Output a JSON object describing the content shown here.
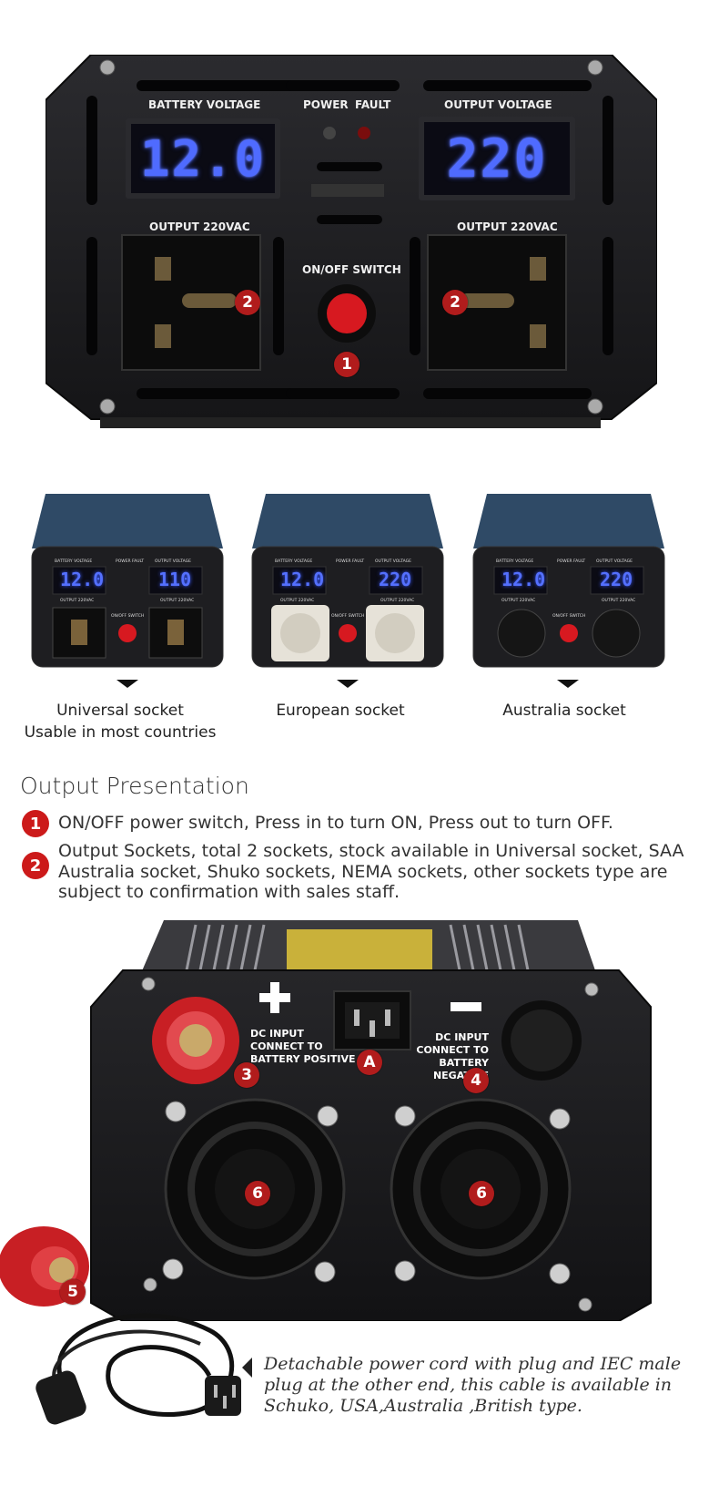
{
  "front_panel": {
    "battery_voltage_label": "BATTERY VOLTAGE",
    "battery_voltage_display": "12.0",
    "power_label": "POWER",
    "fault_label": "FAULT",
    "output_voltage_label": "OUTPUT VOLTAGE",
    "output_voltage_display": "220",
    "left_socket_label": "OUTPUT 220VAC",
    "right_socket_label": "OUTPUT 220VAC",
    "switch_label": "ON/OFF SWITCH",
    "badge_switch": "1",
    "badge_socket_left": "2",
    "badge_socket_right": "2"
  },
  "variants": [
    {
      "battery_label": "BATTERY VOLTAGE",
      "battery_display": "12.0",
      "power_label": "POWER",
      "fault_label": "FAULT",
      "output_label": "OUTPUT VOLTAGE",
      "output_display": "110",
      "left_socket_label": "OUTPUT 220VAC",
      "right_socket_label": "OUTPUT 220VAC",
      "switch_label": "ON/OFF SWITCH",
      "caption_line1": "Universal socket",
      "caption_line2": "Usable in most countries"
    },
    {
      "battery_label": "BATTERY VOLTAGE",
      "battery_display": "12.0",
      "power_label": "POWER",
      "fault_label": "FAULT",
      "output_label": "OUTPUT VOLTAGE",
      "output_display": "220",
      "left_socket_label": "OUTPUT 220VAC",
      "right_socket_label": "OUTPUT 220VAC",
      "switch_label": "ON/OFF SWITCH",
      "caption_line1": "European socket",
      "caption_line2": ""
    },
    {
      "battery_label": "BATTERY VOLTAGE",
      "battery_display": "12.0",
      "power_label": "POWER",
      "fault_label": "FAULT",
      "output_label": "OUTPUT VOLTAGE",
      "output_display": "220",
      "left_socket_label": "OUTPUT 220VAC",
      "right_socket_label": "OUTPUT 220VAC",
      "switch_label": "ON/OFF SWITCH",
      "caption_line1": "Australia socket",
      "caption_line2": ""
    }
  ],
  "presentation": {
    "title": "Output Presentation",
    "notes": [
      {
        "number": "1",
        "text": "ON/OFF power switch, Press in to turn ON, Press out to turn OFF."
      },
      {
        "number": "2",
        "text": "Output Sockets, total 2 sockets, stock available in Universal socket, SAA Australia socket, Shuko sockets, NEMA sockets, other sockets type are subject to confirmation with sales staff."
      }
    ]
  },
  "rear_panel": {
    "plus_symbol": "+",
    "dc_positive_label": "DC INPUT\nCONNECT TO\nBATTERY POSITIVE",
    "dc_negative_label": "DC INPUT\nCONNECT TO\nBATTERY NEGATIVE",
    "badge_iec": "A",
    "badge_positive": "3",
    "badge_negative": "4",
    "badge_fan_left": "6",
    "badge_fan_right": "6",
    "badge_cap": "5"
  },
  "cord": {
    "caption": "Detachable power cord with plug and IEC male plug at the other end, this cable is available in Schuko, USA,Australia ,British type."
  },
  "colors": {
    "badge_red": "#b11c1c",
    "note_red": "#cc1a1a",
    "lcd_blue": "#4f6bff",
    "panel_black": "#1c1c1f"
  }
}
